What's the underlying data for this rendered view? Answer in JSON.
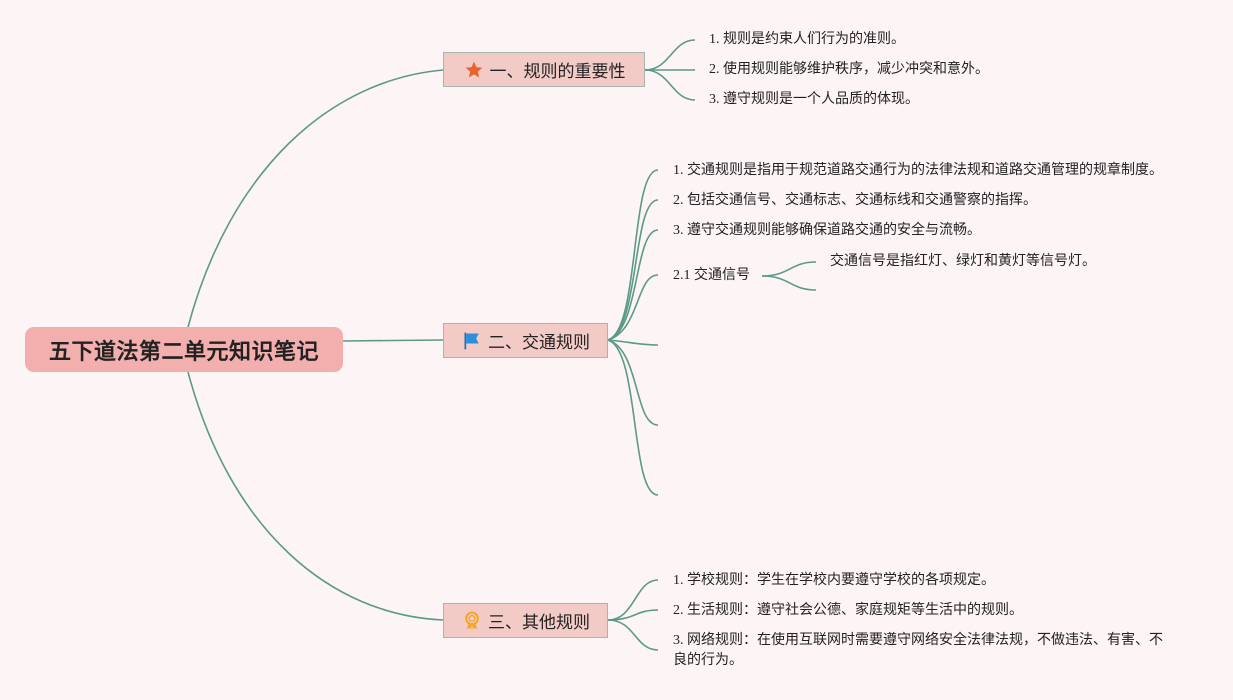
{
  "root": {
    "title": "五下道法第二单元知识笔记"
  },
  "branches": [
    {
      "icon": "star-icon",
      "label": "一、规则的重要性",
      "items": [
        "1. 规则是约束人们行为的准则。",
        "2. 使用规则能够维护秩序，减少冲突和意外。",
        "3. 遵守规则是一个人品质的体现。"
      ]
    },
    {
      "icon": "flag-icon",
      "label": "二、交通规则",
      "items": [
        "1. 交通规则是指用于规范道路交通行为的法律法规和道路交通管理的规章制度。",
        "2. 包括交通信号、交通标志、交通标线和交通警察的指挥。",
        "3. 遵守交通规则能够确保道路交通的安全与流畅。",
        "2.1 交通信号"
      ],
      "sub": {
        "items": [
          "交通信号是指红灯、绿灯和黄灯等信号灯。"
        ]
      }
    },
    {
      "icon": "award-icon",
      "label": "三、其他规则",
      "items": [
        "1. 学校规则：学生在学校内要遵守学校的各项规定。",
        "2. 生活规则：遵守社会公德、家庭规矩等生活中的规则。",
        "3. 网络规则：在使用互联网时需要遵守网络安全法律法规，不做违法、有害、不良的行为。"
      ]
    }
  ],
  "colors": {
    "line": "#5b9a87",
    "root_bg": "#f3aeae",
    "branch_bg": "#f3cbc6",
    "background": "#fcf4f5"
  }
}
